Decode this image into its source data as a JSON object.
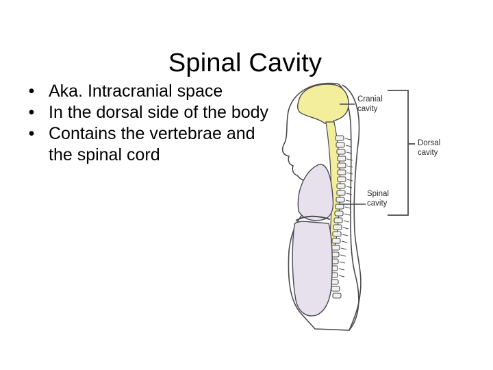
{
  "slide": {
    "title": "Spinal Cavity",
    "bullets": [
      "Aka. Intracranial space",
      "In the dorsal side of the body",
      "Contains the vertebrae and the spinal cord"
    ],
    "bullet_glyph": "•"
  },
  "figure": {
    "labels": {
      "cranial_1": "Cranial",
      "cranial_2": "cavity",
      "dorsal_1": "Dorsal",
      "dorsal_2": "cavity",
      "spinal_1": "Spinal",
      "spinal_2": "cavity"
    },
    "colors": {
      "cavity_fill": "#f2ee9c",
      "organ_fill": "#e7e1ee",
      "outline": "#4a4a4a",
      "vertebra_fill": "#f1f1f1"
    }
  }
}
